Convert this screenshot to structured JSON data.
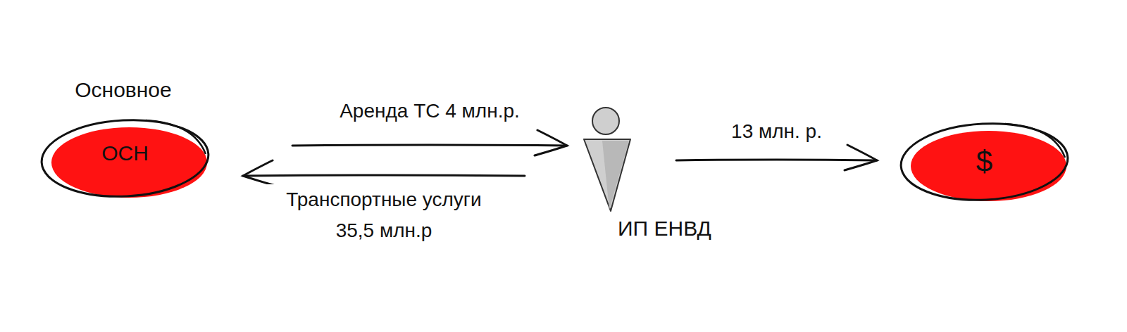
{
  "diagram": {
    "nodes": [
      {
        "text": [
          "Основное",
          "ОСН"
        ]
      },
      {
        "text": [
          "ИП ЕНВД"
        ]
      },
      {
        "text": [
          "$"
        ]
      }
    ],
    "edges": [
      {
        "from": 0,
        "to": 1,
        "label": "Аренда ТС 4 млн.р.",
        "arrow": "to"
      },
      {
        "from": 1,
        "to": 0,
        "label": "Транспортные услуги 35,5 млн.р",
        "arrow": "to"
      },
      {
        "from": 1,
        "to": 2,
        "label": "13 млн. р.",
        "arrow": "to"
      }
    ]
  }
}
